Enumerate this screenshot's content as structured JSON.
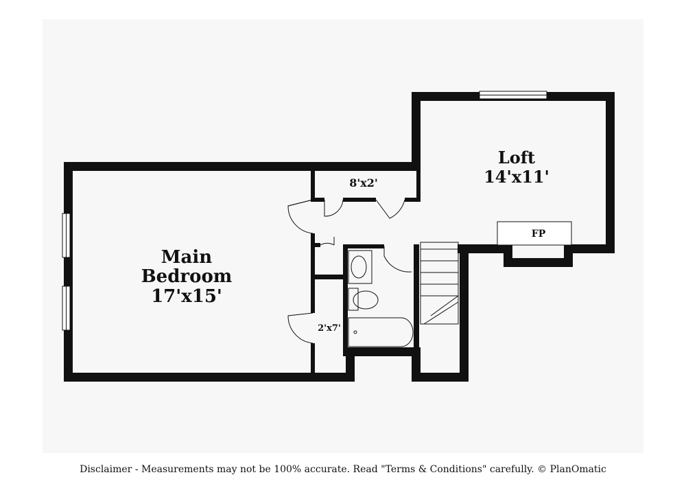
{
  "rooms": {
    "main_bedroom": {
      "line1": "Main",
      "line2": "Bedroom",
      "dims": "17'x15'"
    },
    "loft": {
      "name": "Loft",
      "dims": "14'x11'"
    },
    "closet_top": {
      "dims": "8'x2'"
    },
    "closet_side": {
      "dims": "2'x7'"
    },
    "fireplace": {
      "label": "FP"
    }
  },
  "disclaimer": "Disclaimer - Measurements may not be 100% accurate. Read \"Terms & Conditions\" carefully. © PlanOmatic",
  "colors": {
    "wall": "#111111",
    "background": "#ffffff",
    "backdrop": "#f7f7f7"
  }
}
